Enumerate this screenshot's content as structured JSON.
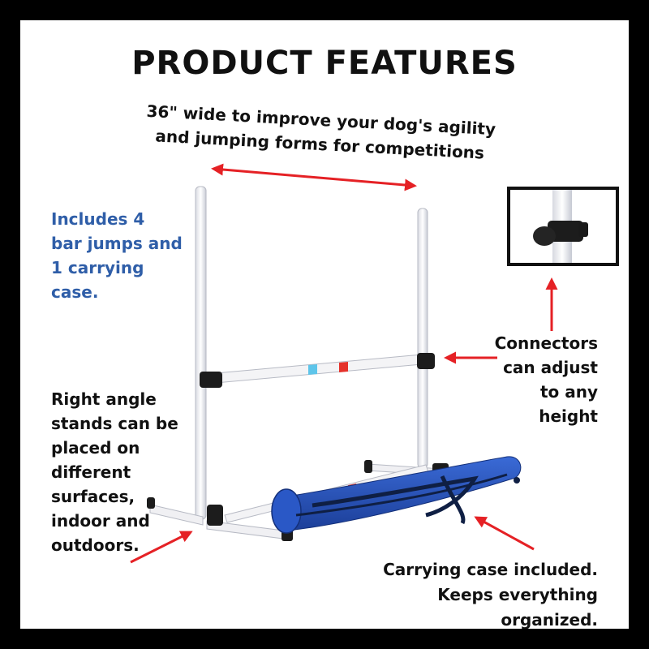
{
  "title": "PRODUCT FEATURES",
  "width_caption": {
    "line1": "36\" wide to improve your dog's agility",
    "line2": "and jumping forms for competitions"
  },
  "includes": {
    "lines": [
      "Includes 4",
      "bar jumps and",
      "1 carrying",
      "case."
    ],
    "color": "#2f5ea8"
  },
  "stands": {
    "lines": [
      "Right angle",
      "stands can be",
      "placed on",
      "different",
      "surfaces,",
      "indoor and",
      "outdoors."
    ]
  },
  "connectors": {
    "lines": [
      "Connectors",
      "can adjust",
      "to any",
      "height"
    ]
  },
  "case_caption": {
    "lines": [
      "Carrying case included.",
      "Keeps everything organized."
    ]
  },
  "colors": {
    "arrow": "#e52125",
    "case_blue": "#2452b8",
    "pole": "#f2f2f5",
    "connector": "#1c1c1c"
  }
}
